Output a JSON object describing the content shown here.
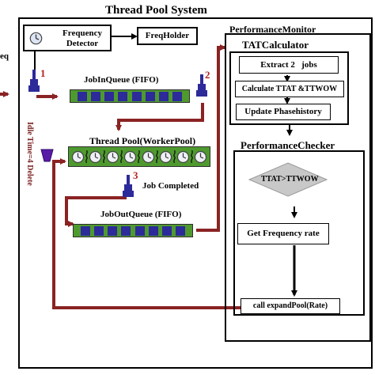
{
  "title": "Thread Pool System",
  "left_edge_text": "eq",
  "components": {
    "frequency_detector": "Frequency Detector",
    "freq_holder": "FreqHolder",
    "job_in_queue": "JobInQueue (FIFO)",
    "thread_pool": "Thread Pool(WorkerPool)",
    "job_completed": "Job Completed",
    "job_out_queue": "JobOutQueue (FIFO)",
    "idle_delete": "Idle Time=4 Delete"
  },
  "markers": [
    "1",
    "2",
    "3"
  ],
  "performance_monitor": {
    "title": "PerformanceMonitor",
    "tat_calculator": {
      "title": "TATCalculator",
      "steps": [
        "Extract 2   jobs",
        "Calculate TTAT &TTWOW",
        "Update Phasehistory"
      ]
    },
    "performance_checker": {
      "title": "PerformanceChecker",
      "decision": "TTAT>TTWOW",
      "get_frequency": "Get Frequency rate",
      "expand_pool": "call expandPool(Rate)"
    }
  },
  "colors": {
    "queue_green": "#4e9a2e",
    "queue_cell_blue": "#2d2a9a",
    "arrow_maroon": "#8a2323",
    "decision_gray": "#c8c8c8",
    "marker_red": "#b22222",
    "idle_text": "#7a2222"
  }
}
